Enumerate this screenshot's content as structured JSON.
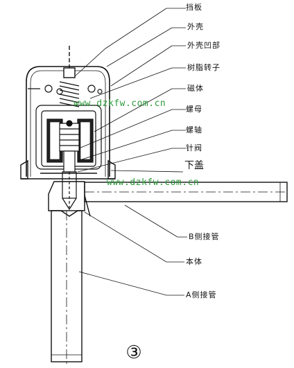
{
  "labels": {
    "baffle": "挡板",
    "housing": "外壳",
    "housing_recess": "外壳凹部",
    "resin_rotor": "树脂转子",
    "magnet": "磁体",
    "nut": "螺母",
    "screw_shaft": "螺轴",
    "needle_valve": "针阀",
    "lower_cover": "下盖",
    "b_side_pipe": "B侧接管",
    "body": "本体",
    "a_side_pipe": "A侧接管"
  },
  "watermark": {
    "top": "www.dzkfw.com.cn",
    "bottom": "www.dzkfw.com.cn"
  },
  "figure_number": "③"
}
